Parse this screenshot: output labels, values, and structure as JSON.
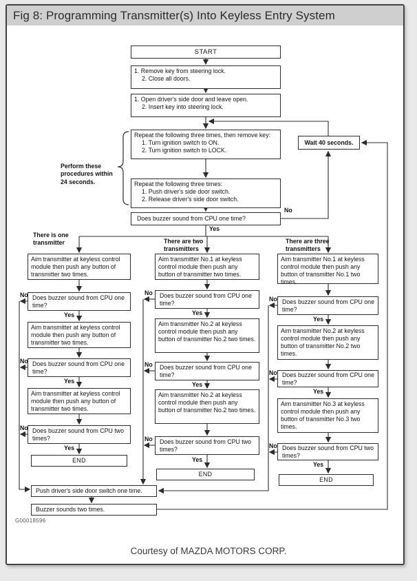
{
  "window": {
    "title": "Fig 8: Programming Transmitter(s) Into Keyless Entry System"
  },
  "labels": {
    "yes": "Yes",
    "no": "No",
    "perform": "Perform these\nprocedures within\n24 seconds."
  },
  "flow": {
    "start": "START",
    "step1": "1.  Remove key from steering lock.\n2.  Close all doors.",
    "step2": "1.  Open driver's side door and leave open.\n2.  Insert key into steering lock.",
    "repeat1": "Repeat the following three times, then remove key:\n1.  Turn ignition switch to ON.\n2.  Turn ignition switch to LOCK.",
    "wait": "Wait 40 seconds.",
    "repeat2": "Repeat the following three times:\n1.  Push driver's side door switch.\n2.  Release driver's side door switch.",
    "buzzer_q": "Does buzzer sound from CPU one time?",
    "push_door": "Push driver's side door switch one time.",
    "buzzer_two": "Buzzer sounds two times."
  },
  "columns": [
    {
      "header": "There is one\ntransmitter",
      "boxes": [
        "Aim transmitter at keyless control module then push any button of transmitter two times.",
        "Does buzzer sound from CPU one time?",
        "Aim transmitter at keyless control module then push any button of transmitter two times.",
        "Does buzzer sound from CPU one time?",
        "Aim transmitter at keyless control module then push any button of transmitter two times.",
        "Does buzzer sound from CPU two times?",
        "END"
      ]
    },
    {
      "header": "There are two\ntransmitters",
      "boxes": [
        "Aim transmitter No.1 at keyless control module then push any button of transmitter two times.",
        "Does buzzer sound from CPU one time?",
        "Aim transmitter No.2 at keyless control module then push any button of transmitter No.2 two times.",
        "Does buzzer sound from CPU one time?",
        "Aim transmitter No.2 at keyless control module then push any button of transmitter No.2 two times.",
        "Does buzzer sound from CPU two times?",
        "END"
      ]
    },
    {
      "header": "There are three\ntransmitters",
      "boxes": [
        "Aim transmitter No.1 at keyless control module then push any button of transmitter No.1 two times.",
        "Does buzzer sound from CPU one time?",
        "Aim transmitter No.2 at keyless control module then push any button of transmitter No.2 two times.",
        "Does buzzer sound from CPU one time?",
        "Aim transmitter No.3 at keyless control module then push any button of transmitter No.3 two times.",
        "Does buzzer sound from CPU two times?",
        "END"
      ]
    }
  ],
  "footer": {
    "figure_code": "G00018596",
    "courtesy": "Courtesy of MAZDA MOTORS CORP."
  }
}
